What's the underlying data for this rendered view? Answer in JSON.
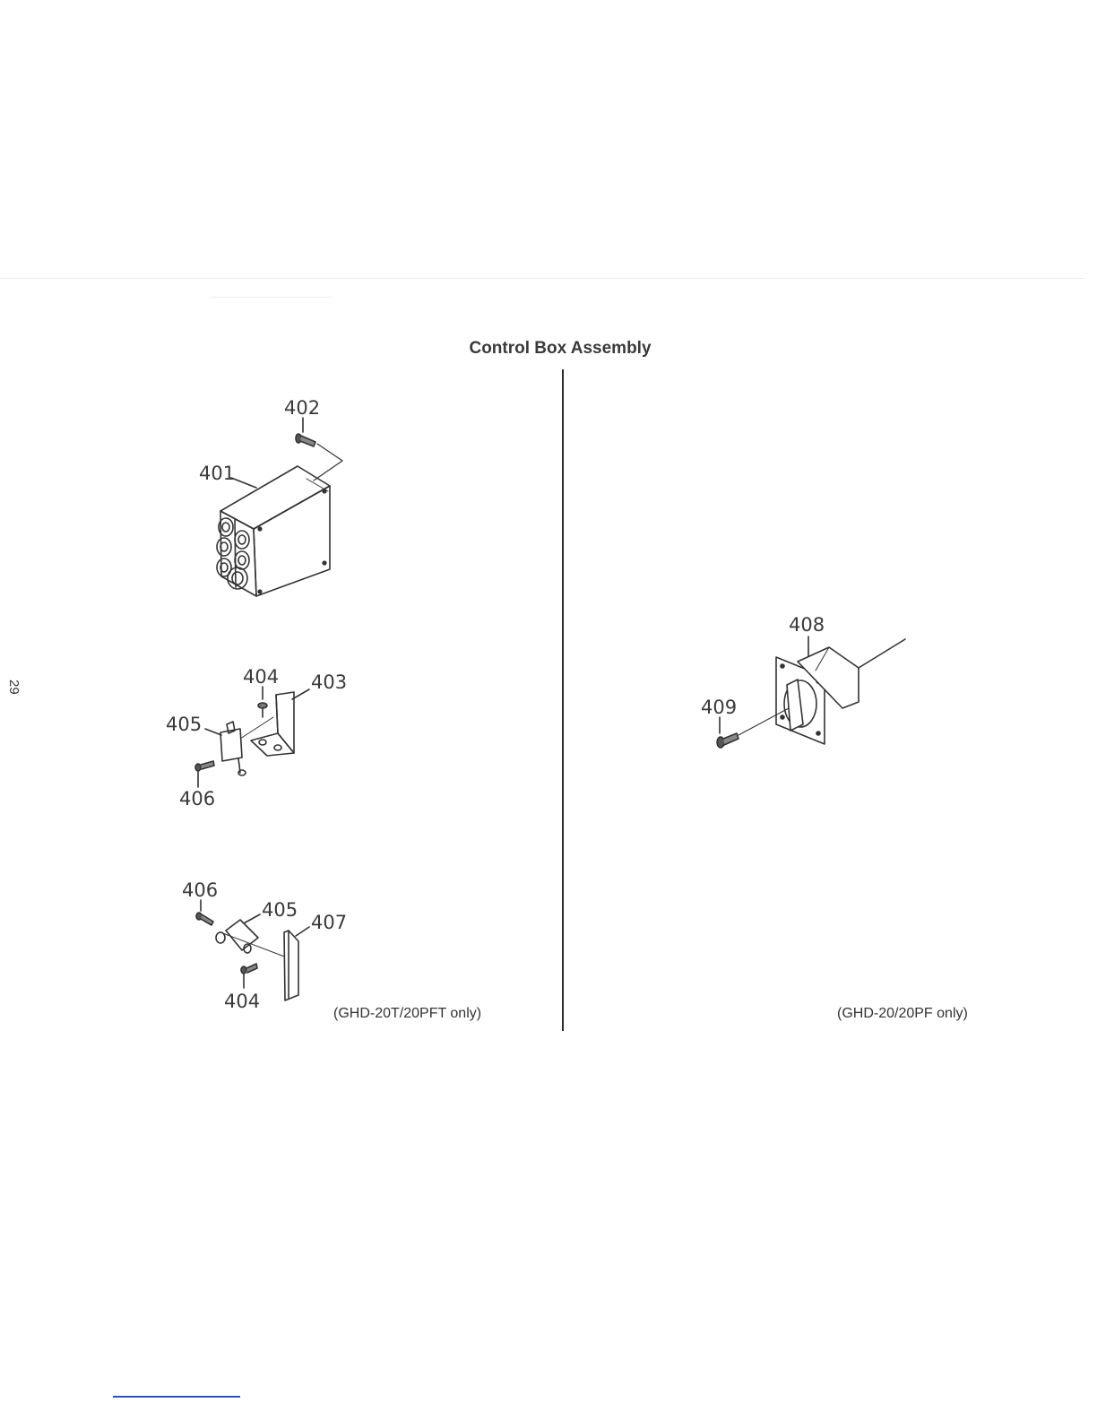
{
  "page": {
    "title": "Control Box Assembly",
    "page_number": "29",
    "notes": {
      "left": "(GHD-20T/20PFT only)",
      "right": "(GHD-20/20PF only)"
    }
  },
  "parts": {
    "p401": "401",
    "p402": "402",
    "p403": "403",
    "p404a": "404",
    "p404b": "404",
    "p405a": "405",
    "p405b": "405",
    "p406a": "406",
    "p406b": "406",
    "p407": "407",
    "p408": "408",
    "p409": "409"
  }
}
